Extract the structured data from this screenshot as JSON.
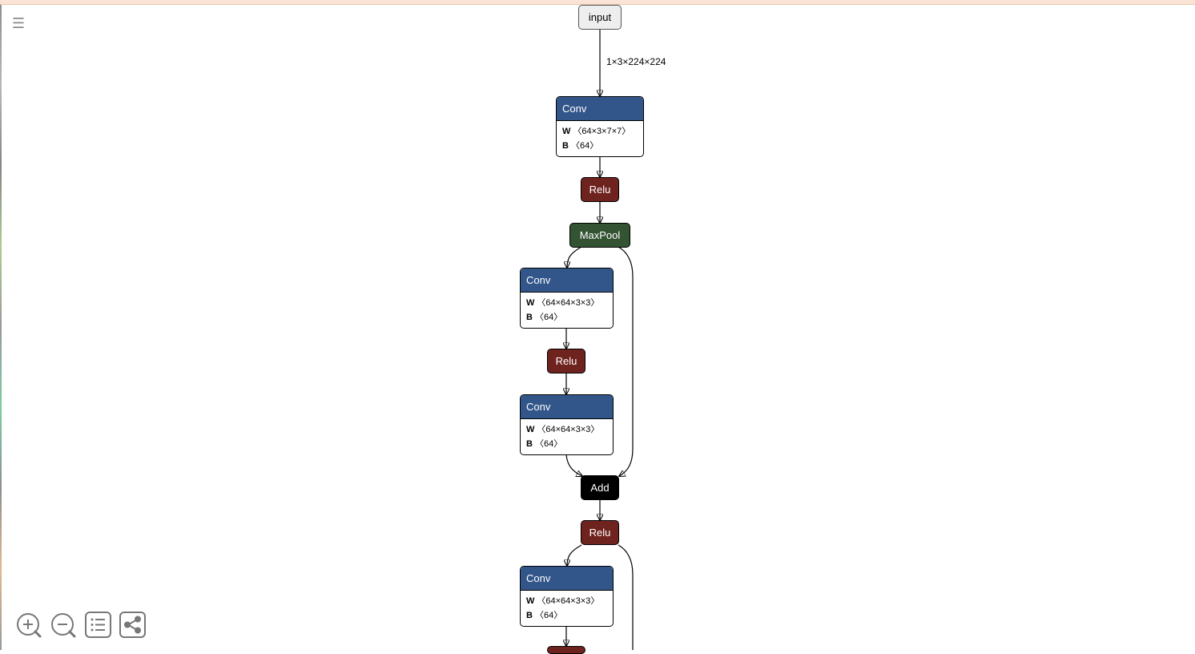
{
  "toolbar": {
    "menu_glyph": "☰",
    "zoom_in_icon": "zoom-in-icon",
    "zoom_out_icon": "zoom-out-icon",
    "list_icon": "list-icon",
    "share_icon": "share-icon",
    "icon_color": "#777777"
  },
  "graph": {
    "input": {
      "label": "input",
      "shape": "1×3×224×224"
    },
    "conv1": {
      "op": "Conv",
      "w_key": "W",
      "w_shape": "〈64×3×7×7〉",
      "b_key": "B",
      "b_shape": "〈64〉"
    },
    "relu1": {
      "op": "Relu"
    },
    "maxpool": {
      "op": "MaxPool"
    },
    "conv2": {
      "op": "Conv",
      "w_key": "W",
      "w_shape": "〈64×64×3×3〉",
      "b_key": "B",
      "b_shape": "〈64〉"
    },
    "relu2": {
      "op": "Relu"
    },
    "conv3": {
      "op": "Conv",
      "w_key": "W",
      "w_shape": "〈64×64×3×3〉",
      "b_key": "B",
      "b_shape": "〈64〉"
    },
    "add": {
      "op": "Add"
    },
    "relu3": {
      "op": "Relu"
    },
    "conv4": {
      "op": "Conv",
      "w_key": "W",
      "w_shape": "〈64×64×3×3〉",
      "b_key": "B",
      "b_shape": "〈64〉"
    }
  },
  "colors": {
    "conv": "#33568a",
    "relu": "#6f231f",
    "pool": "#335332",
    "add": "#000000",
    "input": "#eeeeee"
  }
}
